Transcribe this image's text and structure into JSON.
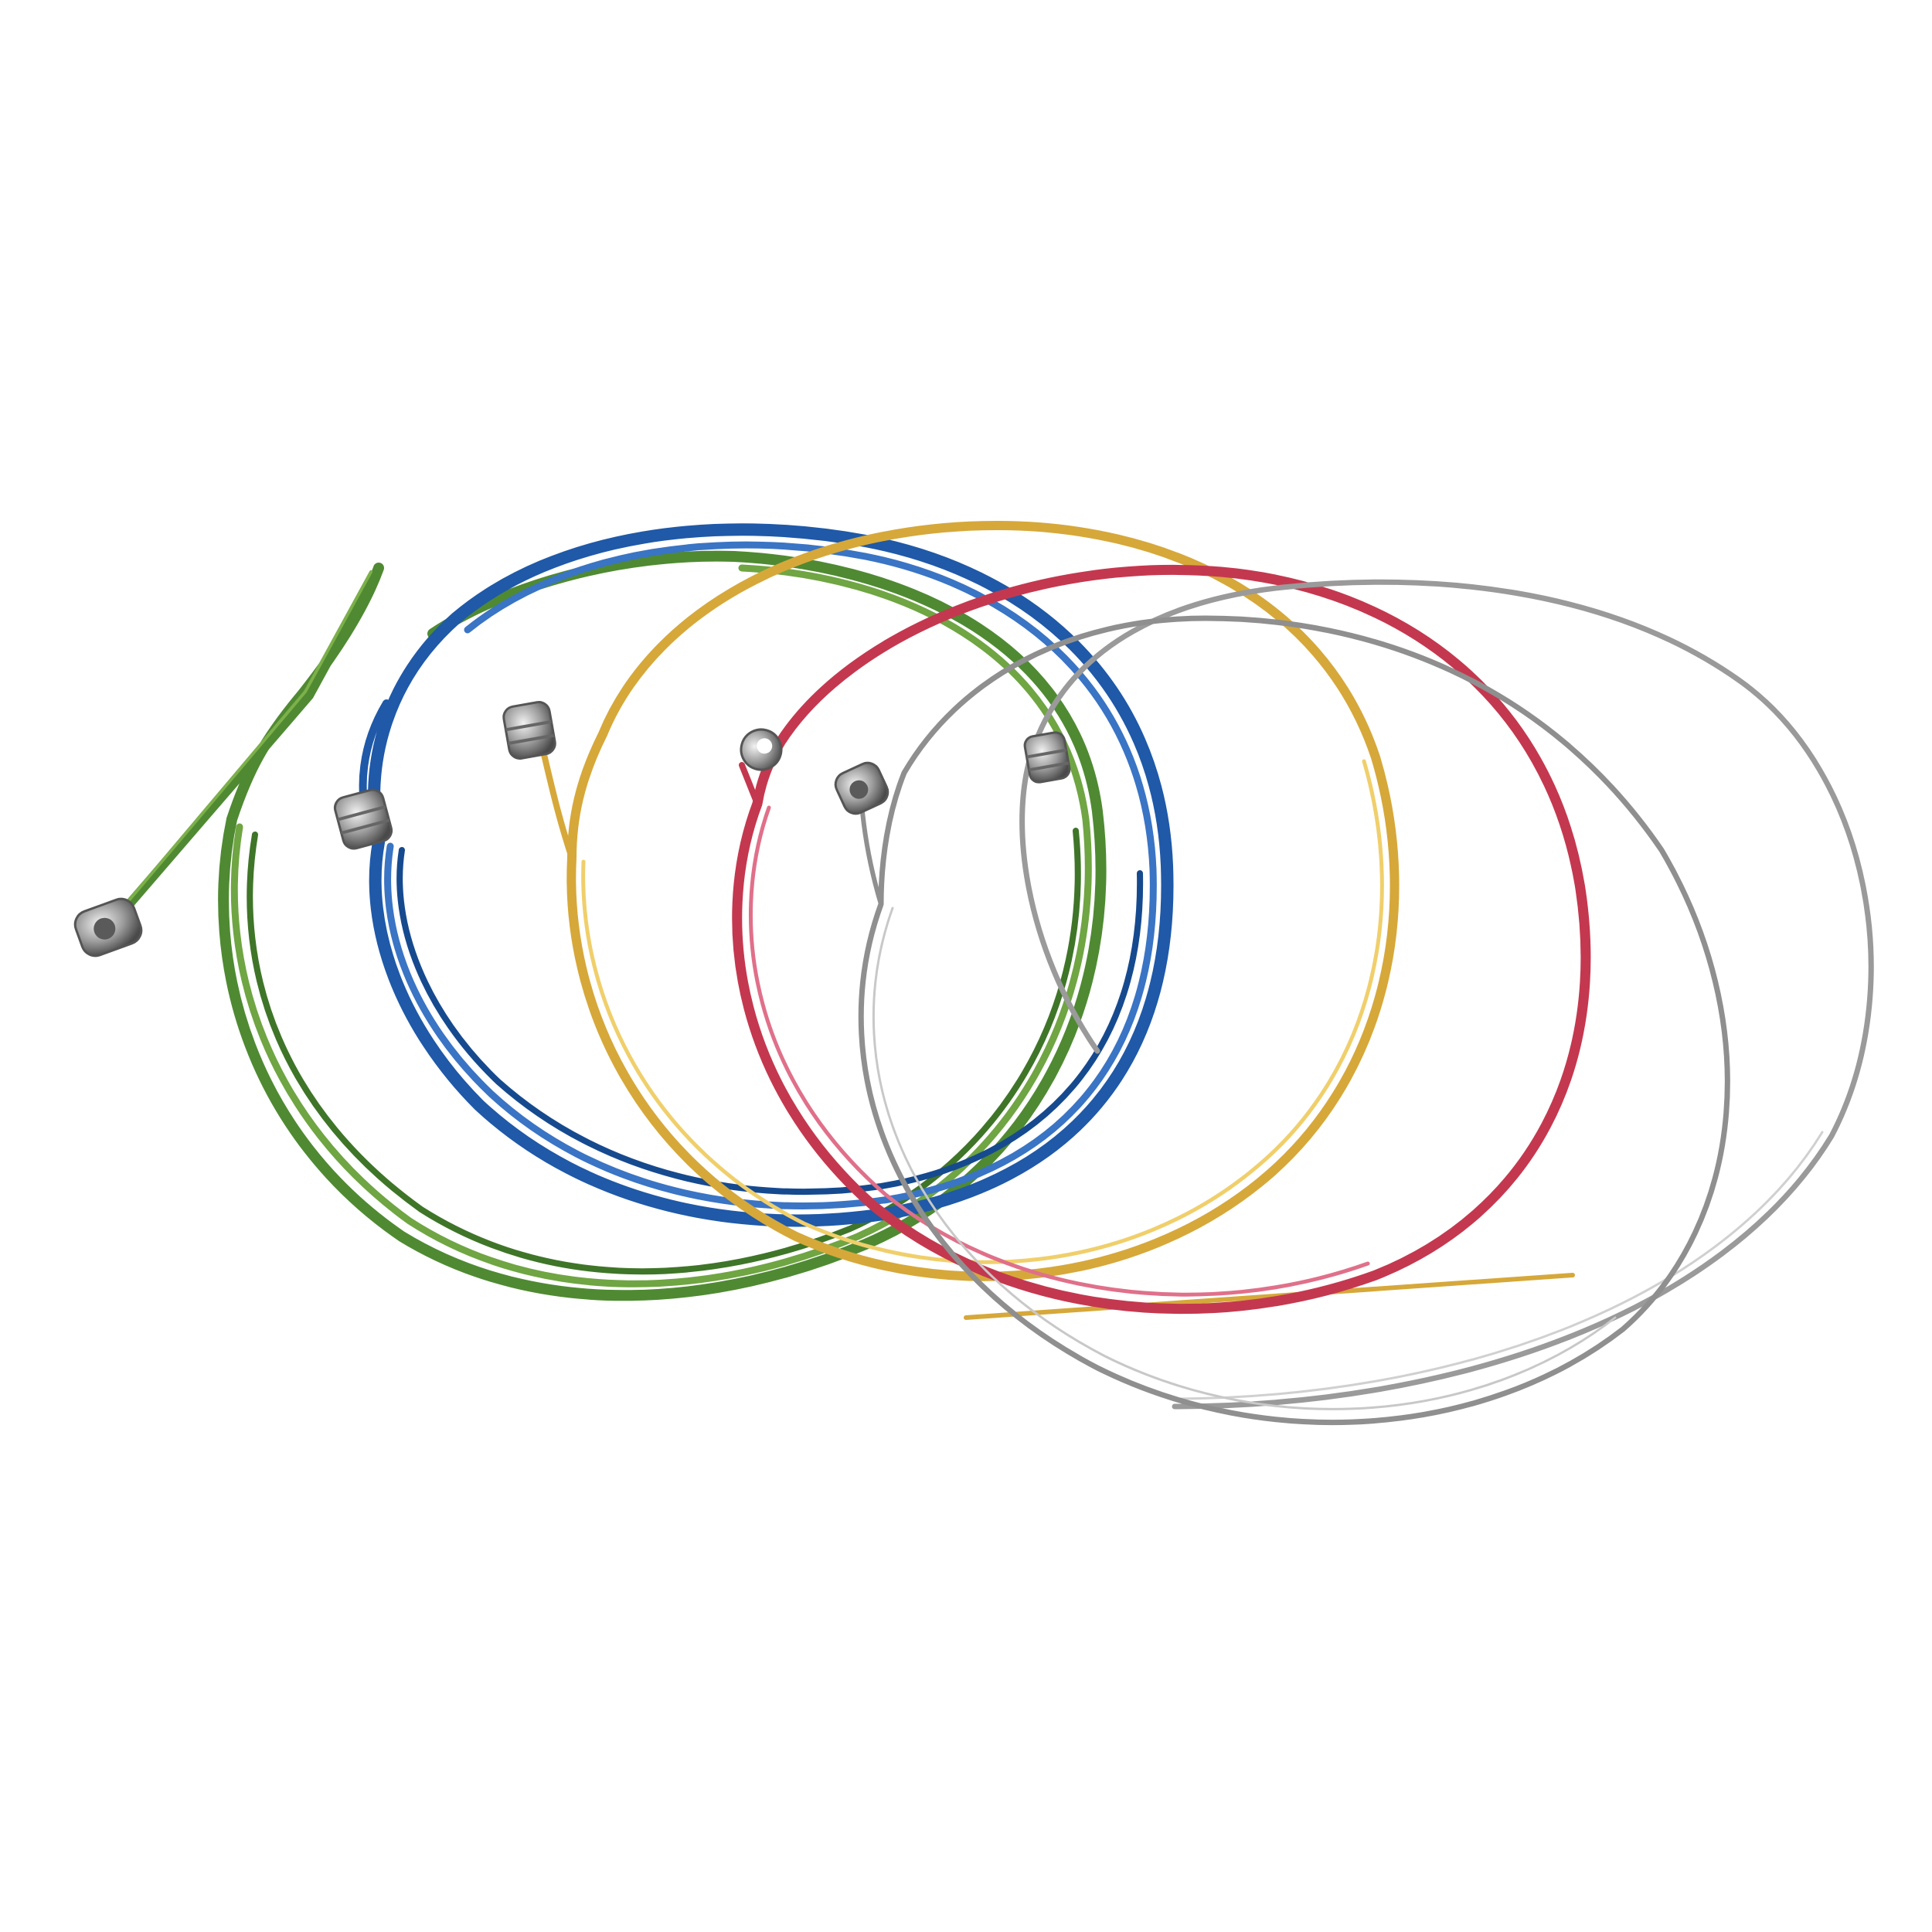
{
  "image": {
    "subject": "",
    "background": "#ffffff"
  },
  "strings": [
    {
      "name": "green-string",
      "color": "#4f8a32",
      "highlight": "#7cb04a"
    },
    {
      "name": "blue-string",
      "color": "#1f59a8",
      "highlight": "#4c82cf"
    },
    {
      "name": "gold-string",
      "color": "#d6a83a",
      "highlight": "#f0cf6b"
    },
    {
      "name": "red-string",
      "color": "#c4384f",
      "highlight": "#e0708a"
    },
    {
      "name": "steel-string-1",
      "color": "#9a9a9a",
      "highlight": "#d0d0d0"
    },
    {
      "name": "steel-string-2",
      "color": "#8f8f8f",
      "highlight": "#c8c8c8"
    }
  ],
  "ball_end_color": "#8a8a8a"
}
